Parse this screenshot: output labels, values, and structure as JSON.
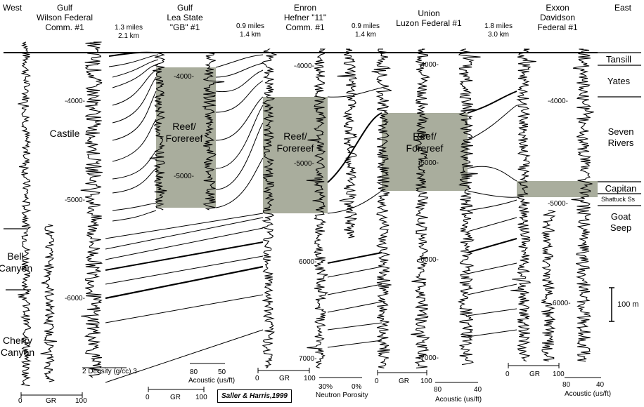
{
  "directions": {
    "west": "West",
    "east": "East"
  },
  "wells": [
    {
      "id": "w1",
      "op": "Gulf",
      "name1": "Wilson Federal",
      "name2": "Comm. #1"
    },
    {
      "id": "w2",
      "op": "Gulf",
      "name1": "Lea State",
      "name2": "\"GB\" #1"
    },
    {
      "id": "w3",
      "op": "Enron",
      "name1": "Hefner \"11\"",
      "name2": "Comm. #1"
    },
    {
      "id": "w4",
      "op": "Union",
      "name1": "Luzon Federal #1",
      "name2": ""
    },
    {
      "id": "w5",
      "op": "Exxon",
      "name1": "Davidson",
      "name2": "Federal #1"
    }
  ],
  "distances": [
    {
      "miles": "1.3 miles",
      "km": "2.1 km"
    },
    {
      "miles": "0.9 miles",
      "km": "1.4 km"
    },
    {
      "miles": "0.9 miles",
      "km": "1.4 km"
    },
    {
      "miles": "1.8 miles",
      "km": "3.0 km"
    }
  ],
  "formations_right": {
    "tansill": "Tansill",
    "yates": "Yates",
    "seven": "Seven",
    "rivers": "Rivers",
    "capitan": "Capitan",
    "shattuck": "Shattuck Ss",
    "goat": "Goat",
    "seep": "Seep"
  },
  "formations_left": {
    "castile": "Castile",
    "bell": "Bell",
    "bell2": "Canyon",
    "cherry": "Cherry",
    "cherry2": "Canyon"
  },
  "reef": {
    "line1": "Reef/",
    "line2": "Forereef"
  },
  "depths": {
    "w1": [
      "-4000-",
      "-5000-",
      "-6000-"
    ],
    "w2": [
      "-4000-",
      "-5000-"
    ],
    "w3": [
      "-4000-",
      "-5000-",
      "6000-",
      "7000-"
    ],
    "w4": [
      "-4000-",
      "-5000-",
      "-6000-",
      "-7000-"
    ],
    "w5": [
      "-4000-",
      "-5000-",
      "6000-"
    ]
  },
  "axes": {
    "gr": "GR",
    "zero": "0",
    "hundred": "100",
    "density": "2  Density (g/cc) 3",
    "acoustic": "Acoustic (us/ft)",
    "ac80": "80",
    "ac50": "50",
    "ac40": "40",
    "neutron": "Neutron Porosity",
    "np30": "30%",
    "np0": "0%"
  },
  "scale": {
    "label": "100 m"
  },
  "citation": "Saller & Harris,1999",
  "colors": {
    "reef_fill": "#a9ad9d",
    "line": "#000000"
  }
}
